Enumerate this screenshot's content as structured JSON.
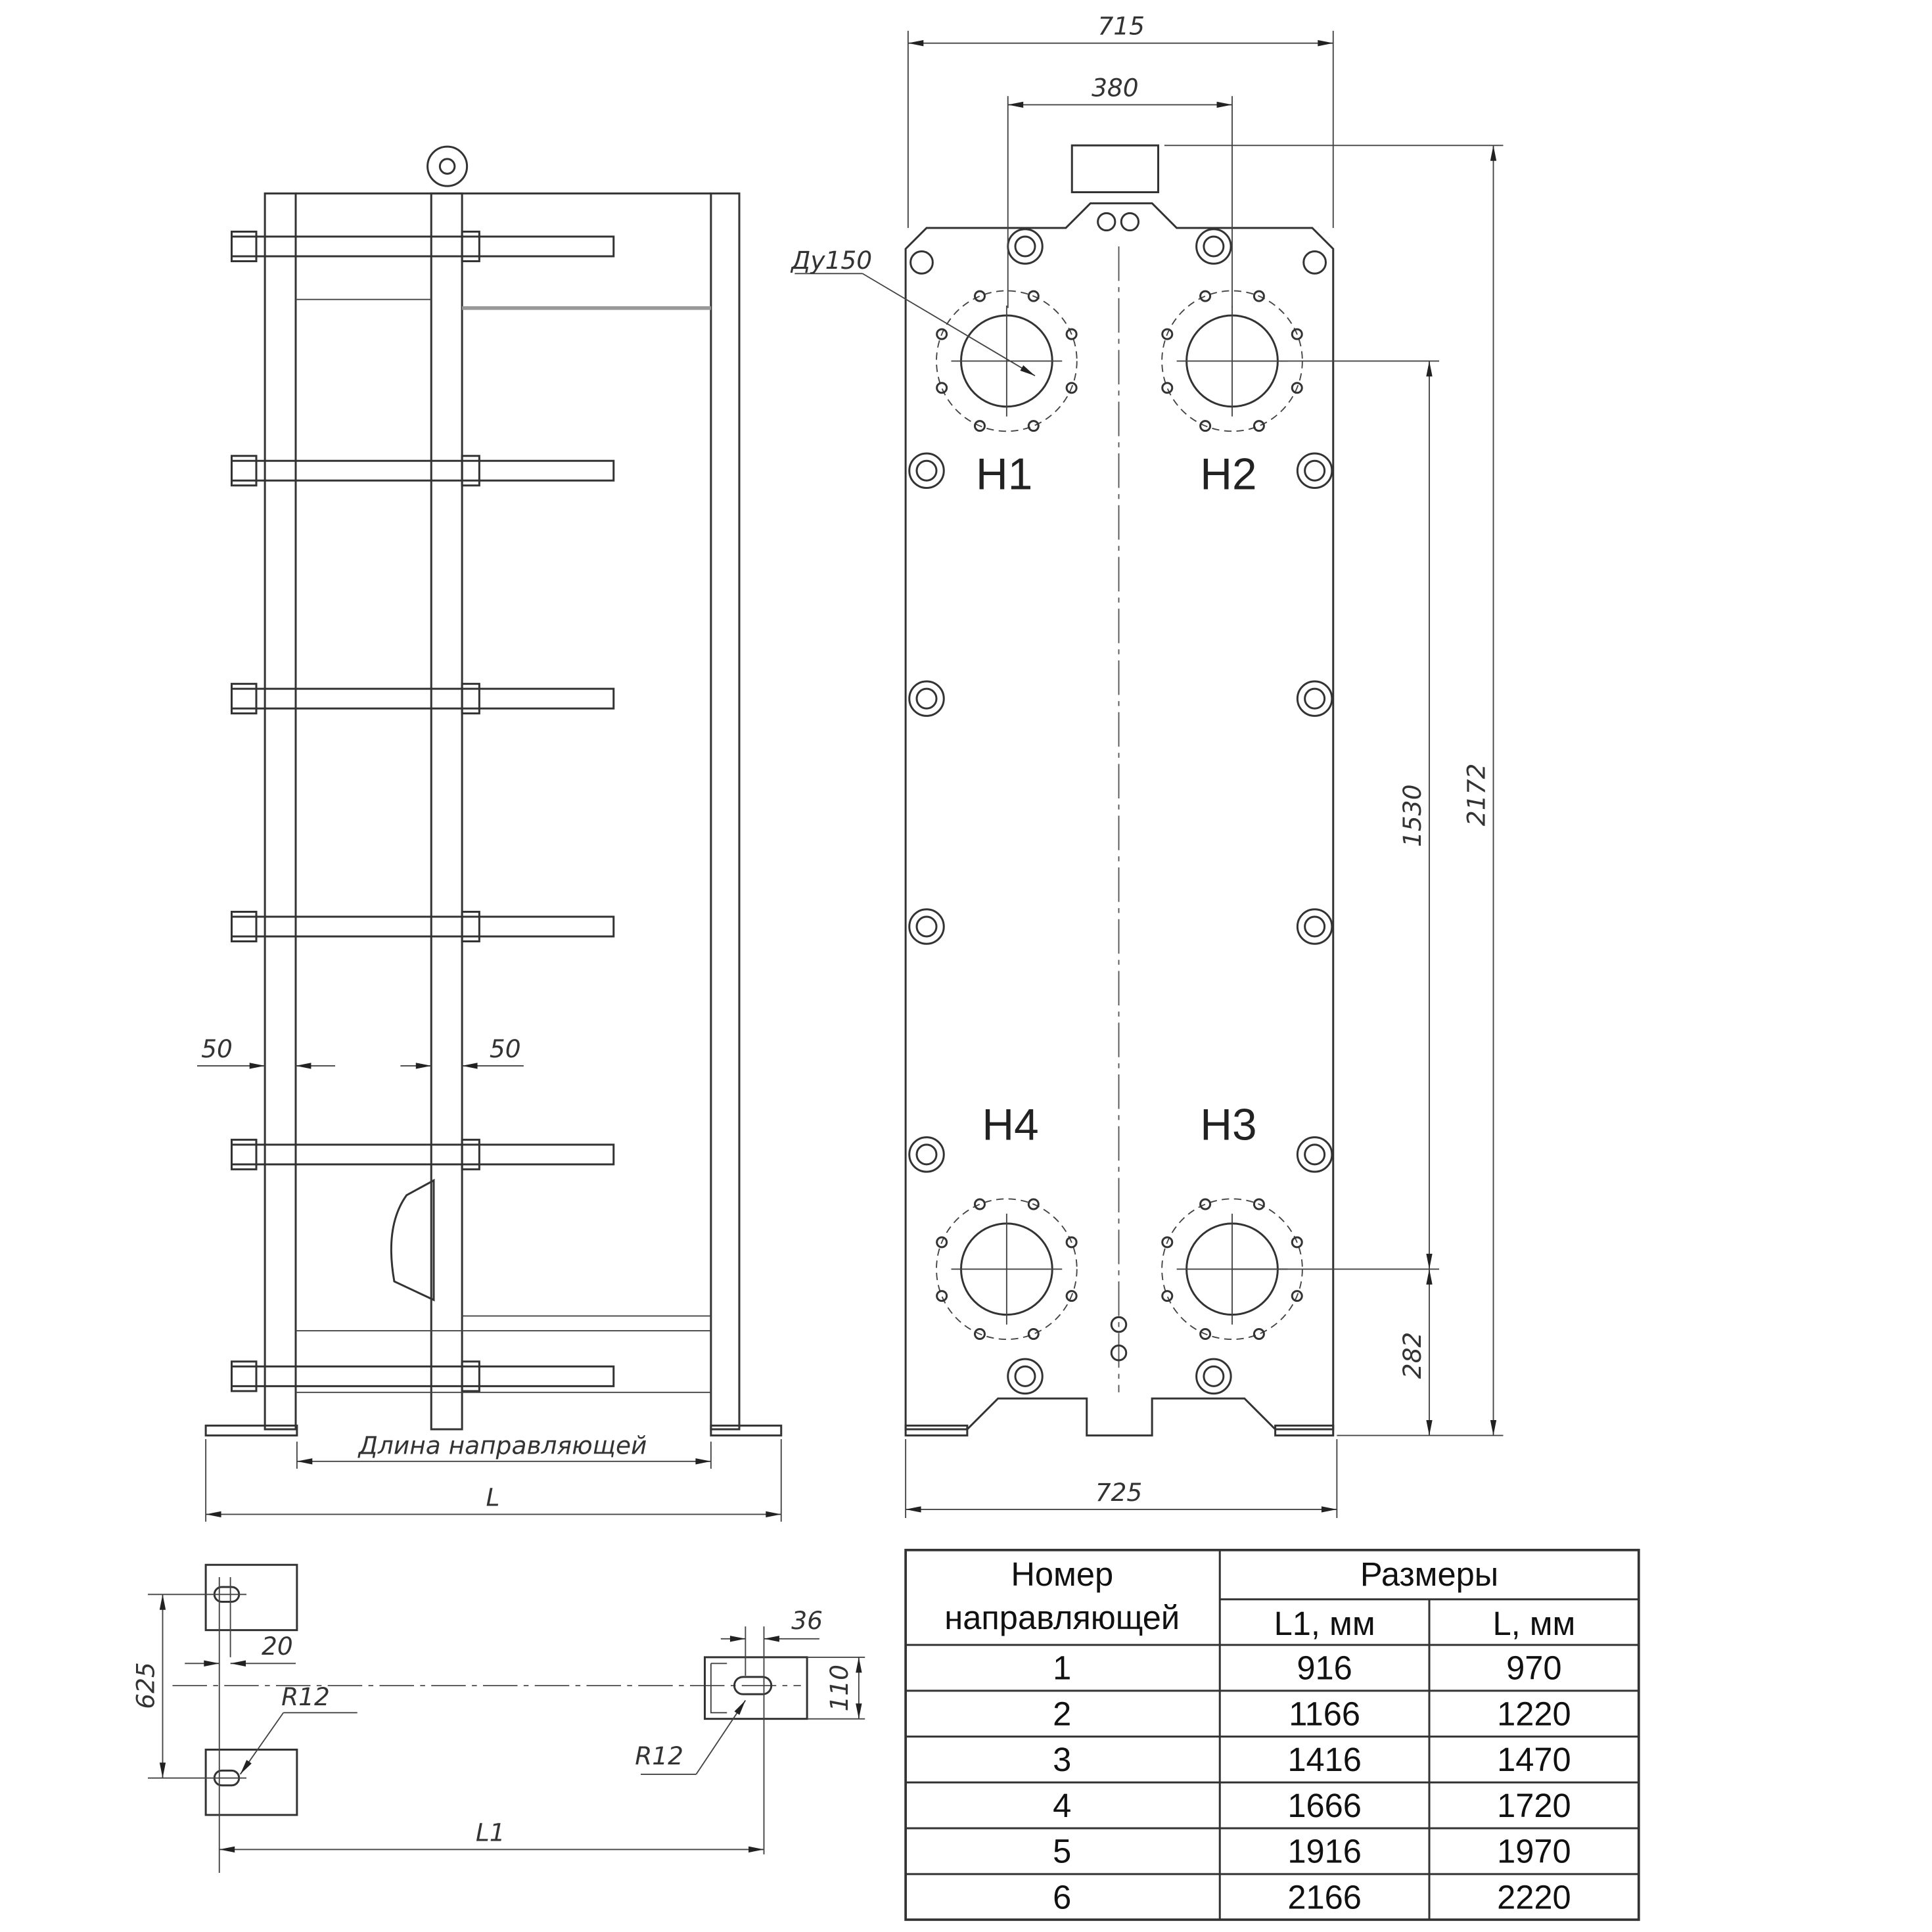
{
  "side_view": {
    "guide_length_label": "Длина направляющей",
    "overall_length_label": "L",
    "dim_offset_left": "50",
    "dim_offset_right": "50"
  },
  "front_view": {
    "width_top": "715",
    "port_spacing_horizontal": "380",
    "nozzle_label": "Ду150",
    "height_total": "2172",
    "port_spacing_vertical": "1530",
    "port_to_base": "282",
    "width_base": "725",
    "ports": [
      "H1",
      "H2",
      "H3",
      "H4"
    ]
  },
  "foot_plan": {
    "dim_625": "625",
    "dim_20": "20",
    "radius_left": "R12",
    "radius_right": "R12",
    "dim_36": "36",
    "dim_110": "110",
    "dim_L1": "L1"
  },
  "table": {
    "header_number_line1": "Номер",
    "header_number_line2": "направляющей",
    "header_sizes": "Размеры",
    "header_L1": "L1, мм",
    "header_L": "L, мм",
    "rows": [
      {
        "n": "1",
        "L1": "916",
        "L": "970"
      },
      {
        "n": "2",
        "L1": "1166",
        "L": "1220"
      },
      {
        "n": "3",
        "L1": "1416",
        "L": "1470"
      },
      {
        "n": "4",
        "L1": "1666",
        "L": "1720"
      },
      {
        "n": "5",
        "L1": "1916",
        "L": "1970"
      },
      {
        "n": "6",
        "L1": "2166",
        "L": "2220"
      }
    ]
  }
}
